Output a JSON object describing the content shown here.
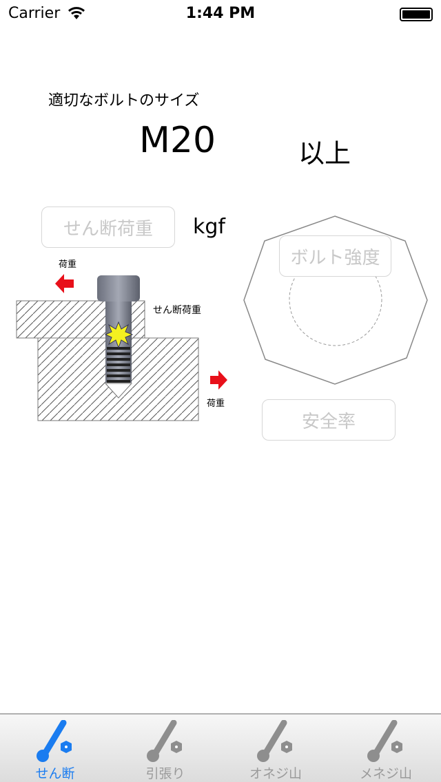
{
  "status_bar": {
    "carrier": "Carrier",
    "time": "1:44 PM"
  },
  "main": {
    "size_label": "適切なボルトのサイズ",
    "size_value": "M20",
    "size_suffix": "以上",
    "shear_load_placeholder": "せん断荷重",
    "unit": "kgf",
    "bolt_strength_placeholder": "ボルト強度",
    "safety_factor_placeholder": "安全率",
    "diagram": {
      "load_top": "荷重",
      "shear_load": "せん断荷重",
      "load_bottom": "荷重"
    }
  },
  "tabs": [
    {
      "label": "せん断",
      "active": true
    },
    {
      "label": "引張り",
      "active": false
    },
    {
      "label": "オネジ山",
      "active": false
    },
    {
      "label": "メネジ山",
      "active": false
    }
  ],
  "colors": {
    "accent": "#1a7cf0",
    "inactive": "#8e8e8e",
    "arrow": "#e8101a",
    "burst": "#f4f020"
  }
}
